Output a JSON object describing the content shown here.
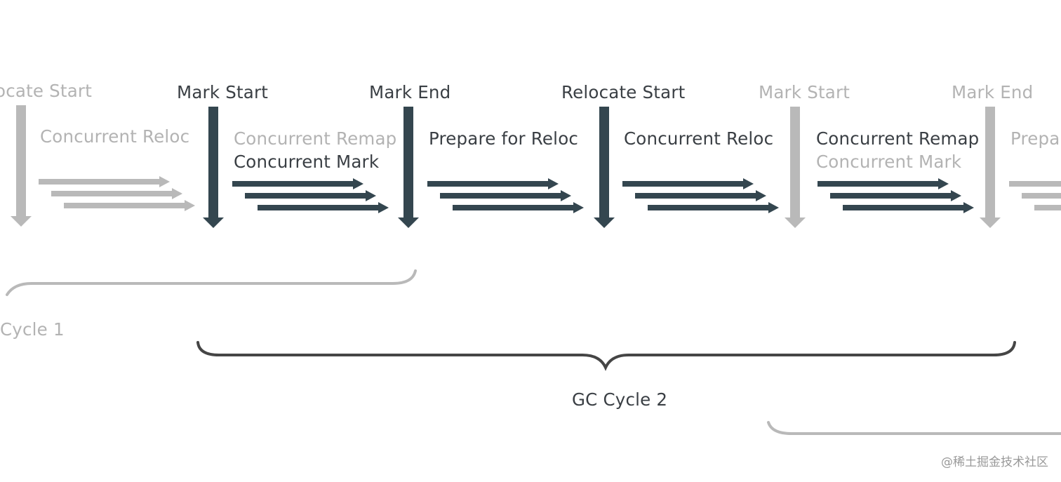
{
  "colors": {
    "active": "#34464f",
    "inactive": "#b9b9b9",
    "active_text": "#3a3f44",
    "inactive_text": "#b3b3b3",
    "brace_active": "#454545"
  },
  "labels": {
    "relocate_start_prev": "locate Start",
    "concurrent_reloc_prev": "Concurrent Reloc",
    "mark_start_1": "Mark Start",
    "concurrent_remap_1": "Concurrent Remap",
    "concurrent_mark_1": "Concurrent Mark",
    "mark_end_1": "Mark End",
    "prepare_for_reloc_1": "Prepare for Reloc",
    "relocate_start_1": "Relocate Start",
    "concurrent_reloc_1": "Concurrent Reloc",
    "mark_start_2": "Mark Start",
    "concurrent_remap_2": "Concurrent Remap",
    "concurrent_mark_2": "Concurrent Mark",
    "mark_end_2": "Mark End",
    "prepare_next": "Prepa"
  },
  "cycles": {
    "cycle_1": "Cycle 1",
    "cycle_2": "GC Cycle 2"
  },
  "watermark": "@稀土掘金技术社区"
}
